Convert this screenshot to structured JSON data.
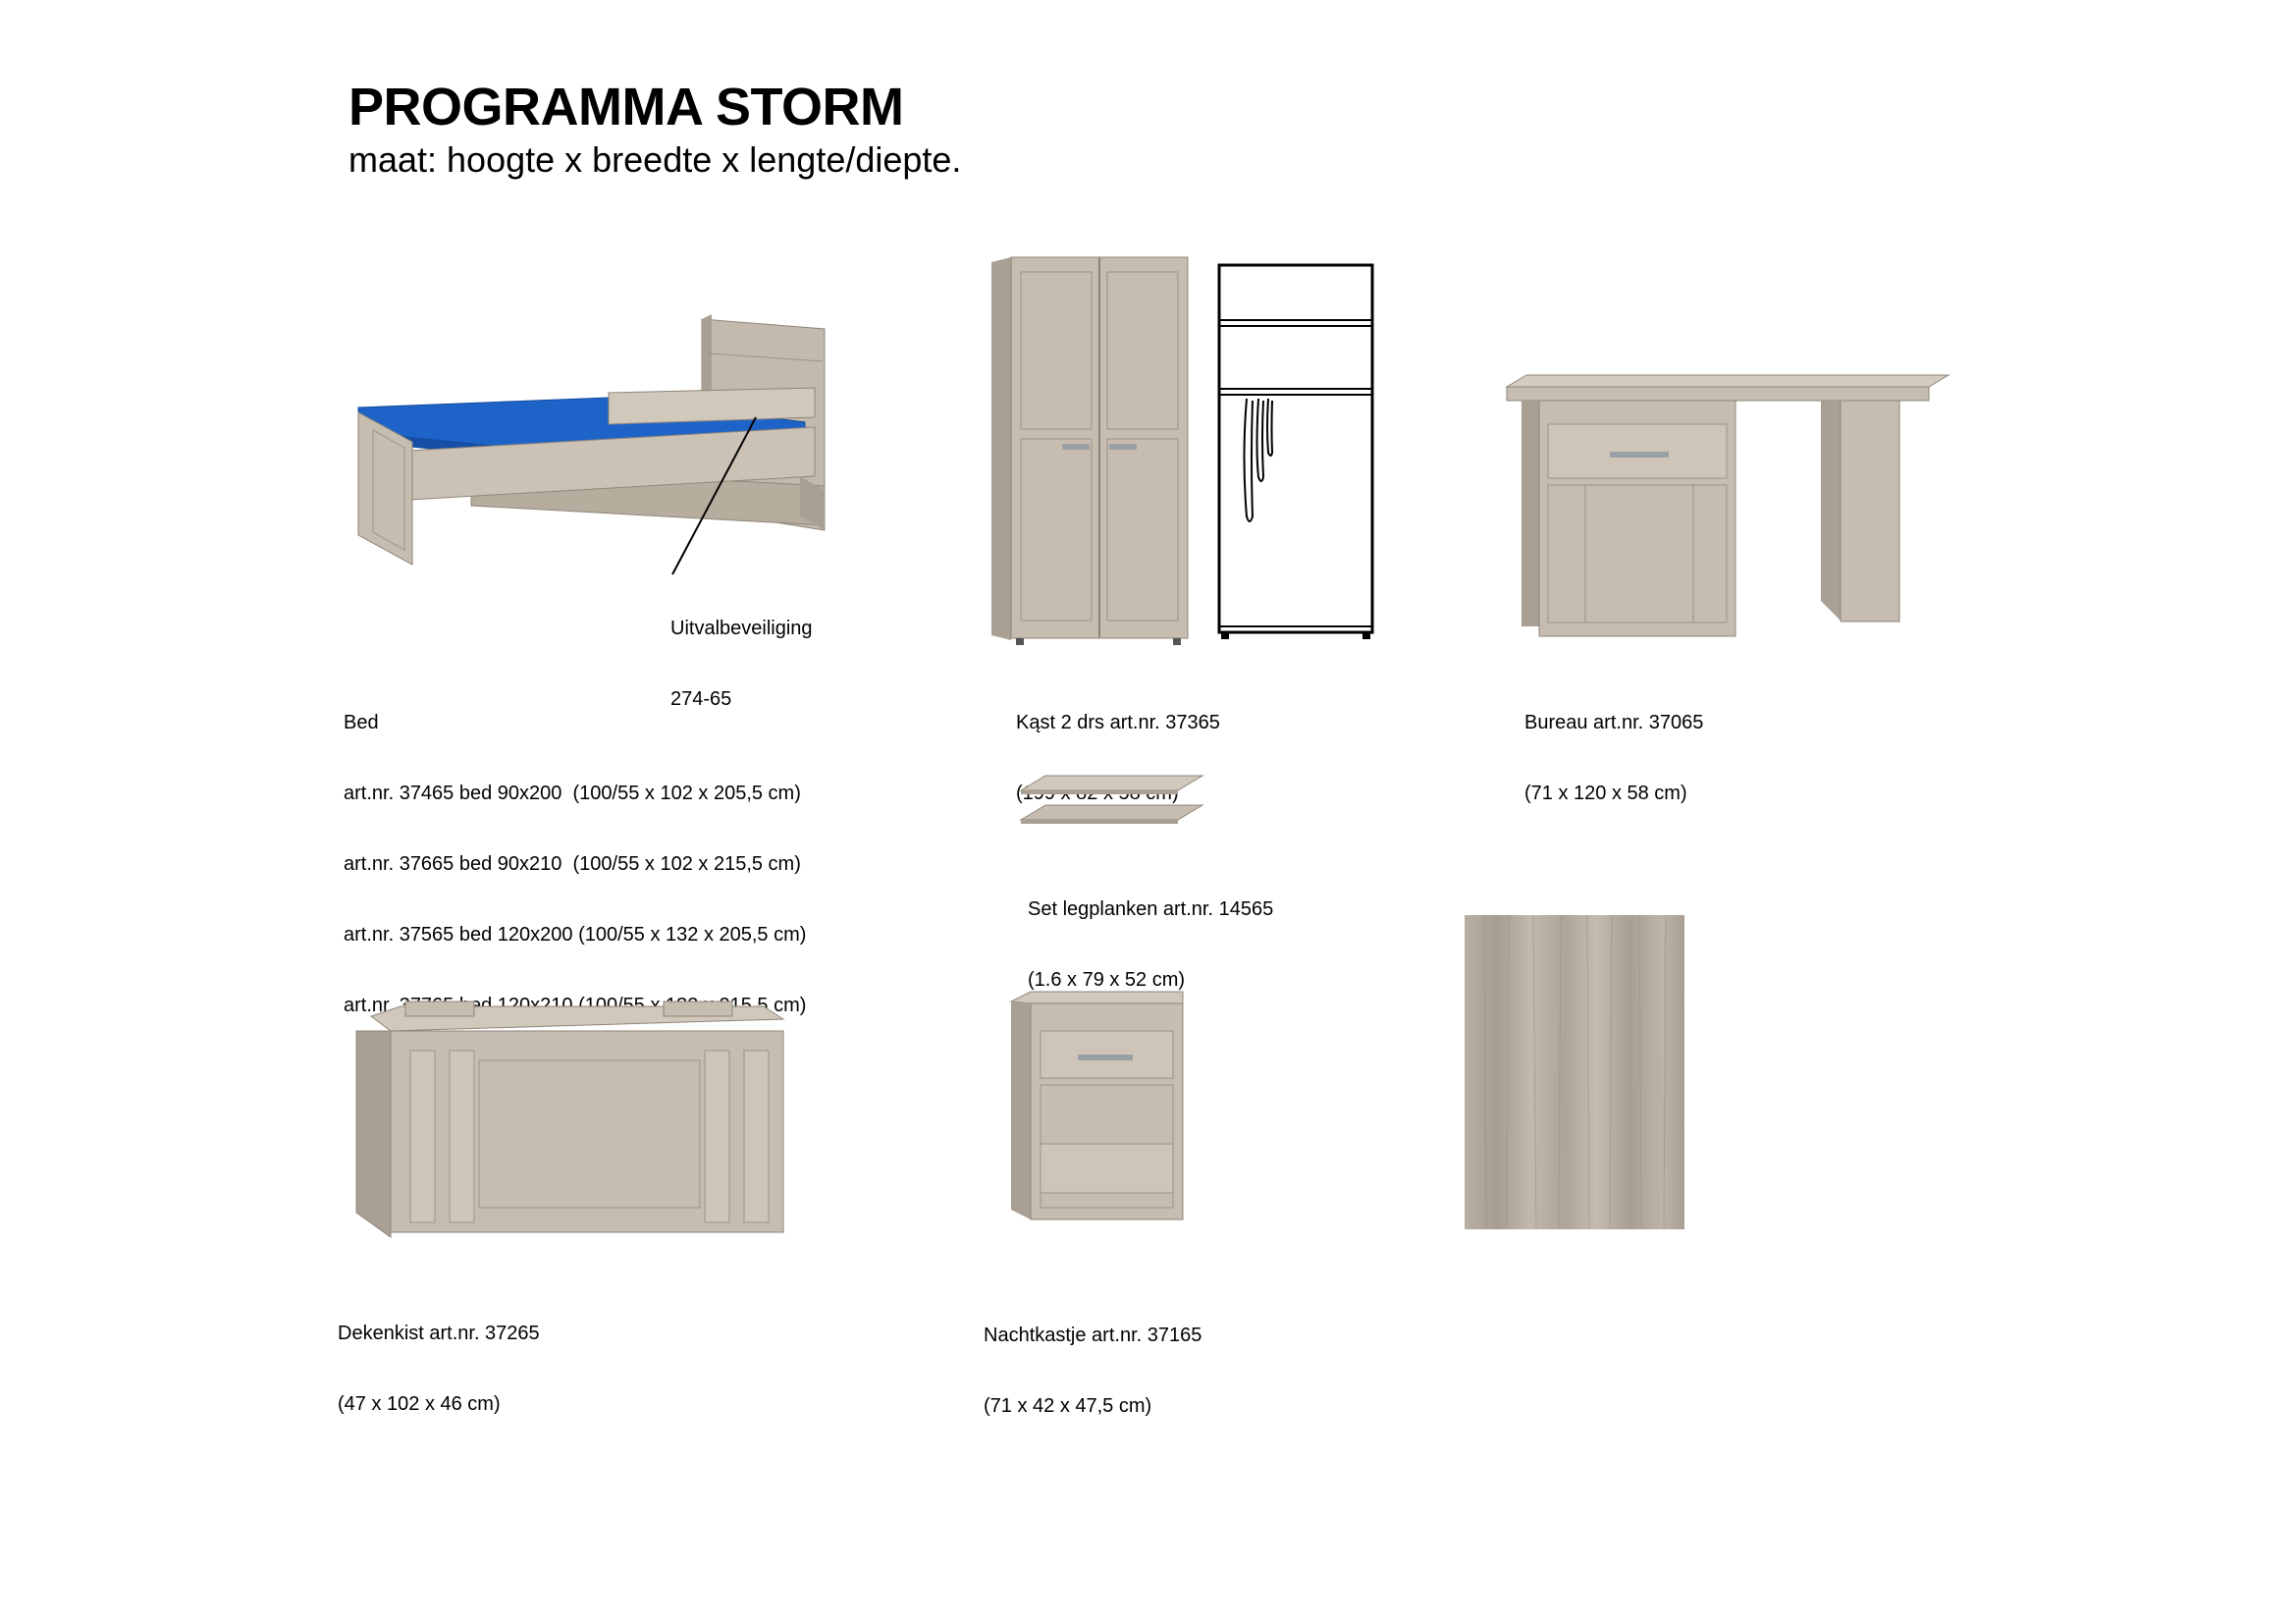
{
  "header": {
    "title": "PROGRAMMA STORM",
    "subtitle": "maat: hoogte x breedte x lengte/diepte."
  },
  "colors": {
    "wood_light": "#c9c0b3",
    "wood_mid": "#b4aa9c",
    "wood_dark": "#8f8579",
    "mattress": "#1e64c8",
    "handle": "#9aa0a6"
  },
  "bed": {
    "callout_line1": "Uitvalbeveiliging",
    "callout_line2": "274-65",
    "caption": [
      "Bed",
      "art.nr. 37465 bed 90x200  (100/55 x 102 x 205,5 cm)",
      "art.nr. 37665 bed 90x210  (100/55 x 102 x 215,5 cm)",
      "art.nr. 37565 bed 120x200 (100/55 x 132 x 205,5 cm)",
      "art.nr. 37765 bed 120x210 (100/55 x 132 x 215,5 cm)"
    ]
  },
  "kast": {
    "caption": [
      "Kąst 2 drs art.nr. 37365",
      "(199 x 82 x 58 cm)"
    ]
  },
  "bureau": {
    "caption": [
      "Bureau art.nr. 37065",
      "(71 x 120 x 58 cm)"
    ]
  },
  "legplanken": {
    "caption": [
      "Set legplanken art.nr. 14565",
      "(1.6 x 79 x 52 cm)"
    ]
  },
  "dekenkist": {
    "caption": [
      "Dekenkist art.nr. 37265",
      "(47 x 102 x 46 cm)"
    ]
  },
  "nachtkastje": {
    "caption": [
      "Nachtkastje art.nr. 37165",
      "(71 x 42 x 47,5 cm)"
    ]
  }
}
